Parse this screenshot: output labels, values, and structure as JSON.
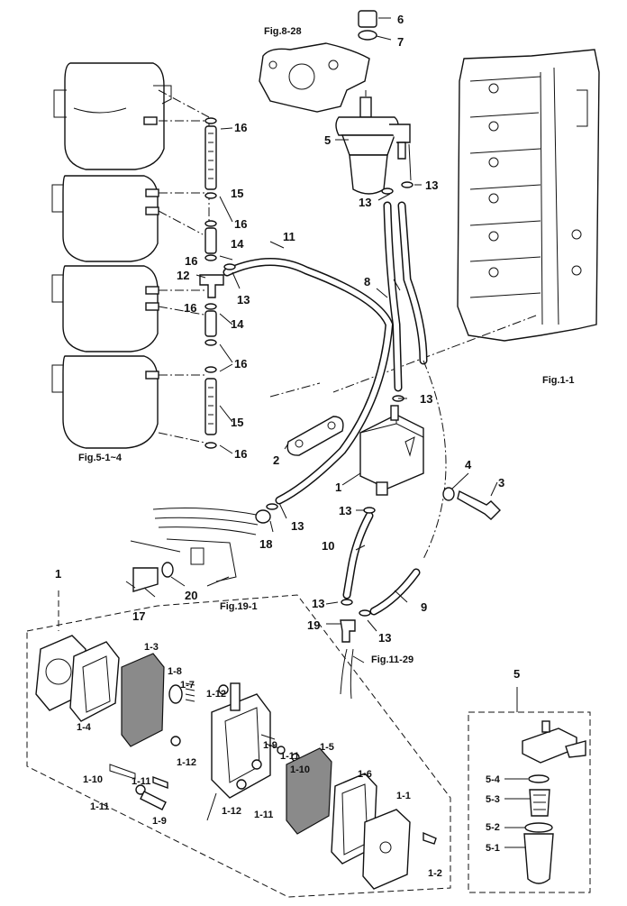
{
  "figure_refs": {
    "fig_8_28": "Fig.8-28",
    "fig_1_1": "Fig.1-1",
    "fig_5_1_4": "Fig.5-1~4",
    "fig_19_1": "Fig.19-1",
    "fig_11_29": "Fig.11-29"
  },
  "callouts": {
    "c1": "1",
    "c2": "2",
    "c3": "3",
    "c4": "4",
    "c5": "5",
    "c6": "6",
    "c7": "7",
    "c8": "8",
    "c9": "9",
    "c10": "10",
    "c11": "11",
    "c12": "12",
    "c13": "13",
    "c14": "14",
    "c15": "15",
    "c16": "16",
    "c17": "17",
    "c18": "18",
    "c19": "19",
    "c20": "20",
    "s1_1": "1-1",
    "s1_2": "1-2",
    "s1_3": "1-3",
    "s1_4": "1-4",
    "s1_5": "1-5",
    "s1_6": "1-6",
    "s1_7": "1-7",
    "s1_8": "1-8",
    "s1_9": "1-9",
    "s1_10": "1-10",
    "s1_11": "1-11",
    "s1_12": "1-12",
    "s5_1": "5-1",
    "s5_2": "5-2",
    "s5_3": "5-3",
    "s5_4": "5-4"
  }
}
